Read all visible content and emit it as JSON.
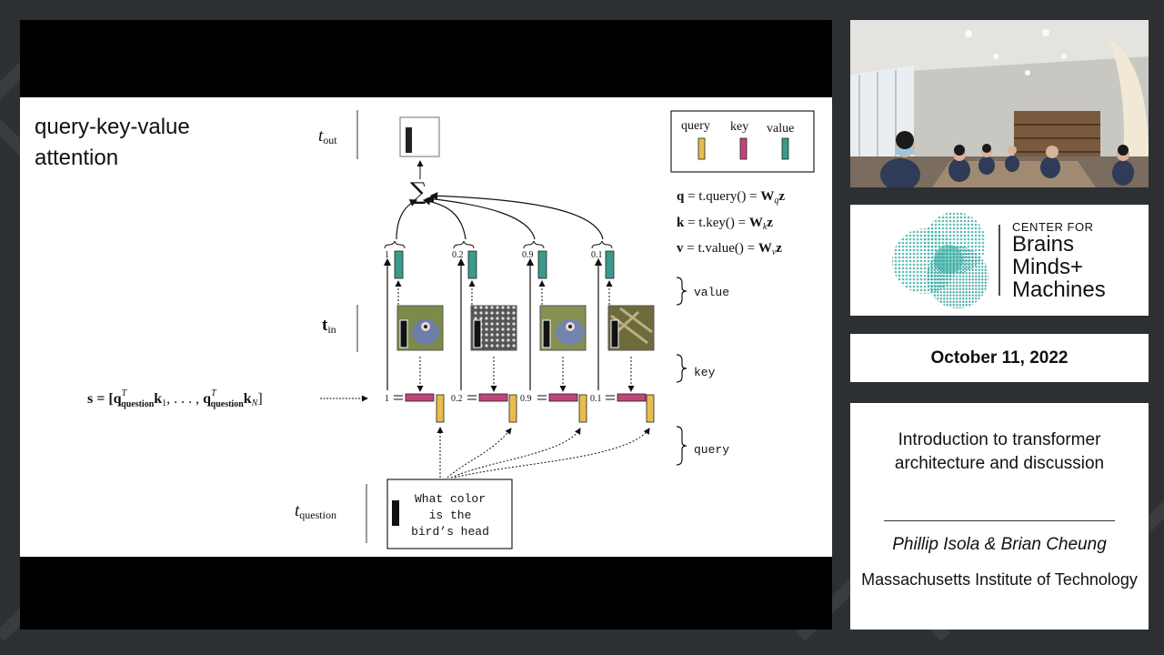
{
  "slide": {
    "title_line1": "query-key-value",
    "title_line2": "attention",
    "labels": {
      "t": "t",
      "out": "out",
      "in": "in",
      "question": "question",
      "bold_t": "t"
    },
    "sum_symbol": "∑",
    "legend": {
      "query": "query",
      "key": "key",
      "value": "value"
    },
    "equations": {
      "q": {
        "lhs": "q",
        "mid": " = t.query() = ",
        "w": "W",
        "sub": "q",
        "z": "z"
      },
      "k": {
        "lhs": "k",
        "mid": " = t.key() = ",
        "w": "W",
        "sub": "k",
        "z": "z"
      },
      "v": {
        "lhs": "v",
        "mid": " = t.value() = ",
        "w": "W",
        "sub": "v",
        "z": "z"
      }
    },
    "brace_labels": {
      "value": "value",
      "key": "key",
      "query": "query"
    },
    "weights": [
      "1",
      "0.2",
      "0.9",
      "0.1"
    ],
    "score_eq": {
      "lhs": "s = [",
      "q": "q",
      "sup": "T",
      "sub": "question",
      "k1": "k",
      "one": "1",
      "dots": ", . . . , ",
      "kN": "k",
      "N": "N",
      "close": "]"
    },
    "question_box": [
      "What color",
      "is the",
      "bird’s head"
    ],
    "colors": {
      "query": "#e8bd4a",
      "key": "#c0457a",
      "value": "#3b9a8c"
    }
  },
  "logo": {
    "line1": "CENTER FOR",
    "line2": "Brains",
    "line3": "Minds+",
    "line4": "Machines"
  },
  "date": "October 11, 2022",
  "talk": {
    "title_line1": "Introduction to transformer",
    "title_line2": "architecture and discussion",
    "authors": "Phillip Isola & Brian Cheung",
    "institution": "Massachusetts Institute of Technology"
  }
}
